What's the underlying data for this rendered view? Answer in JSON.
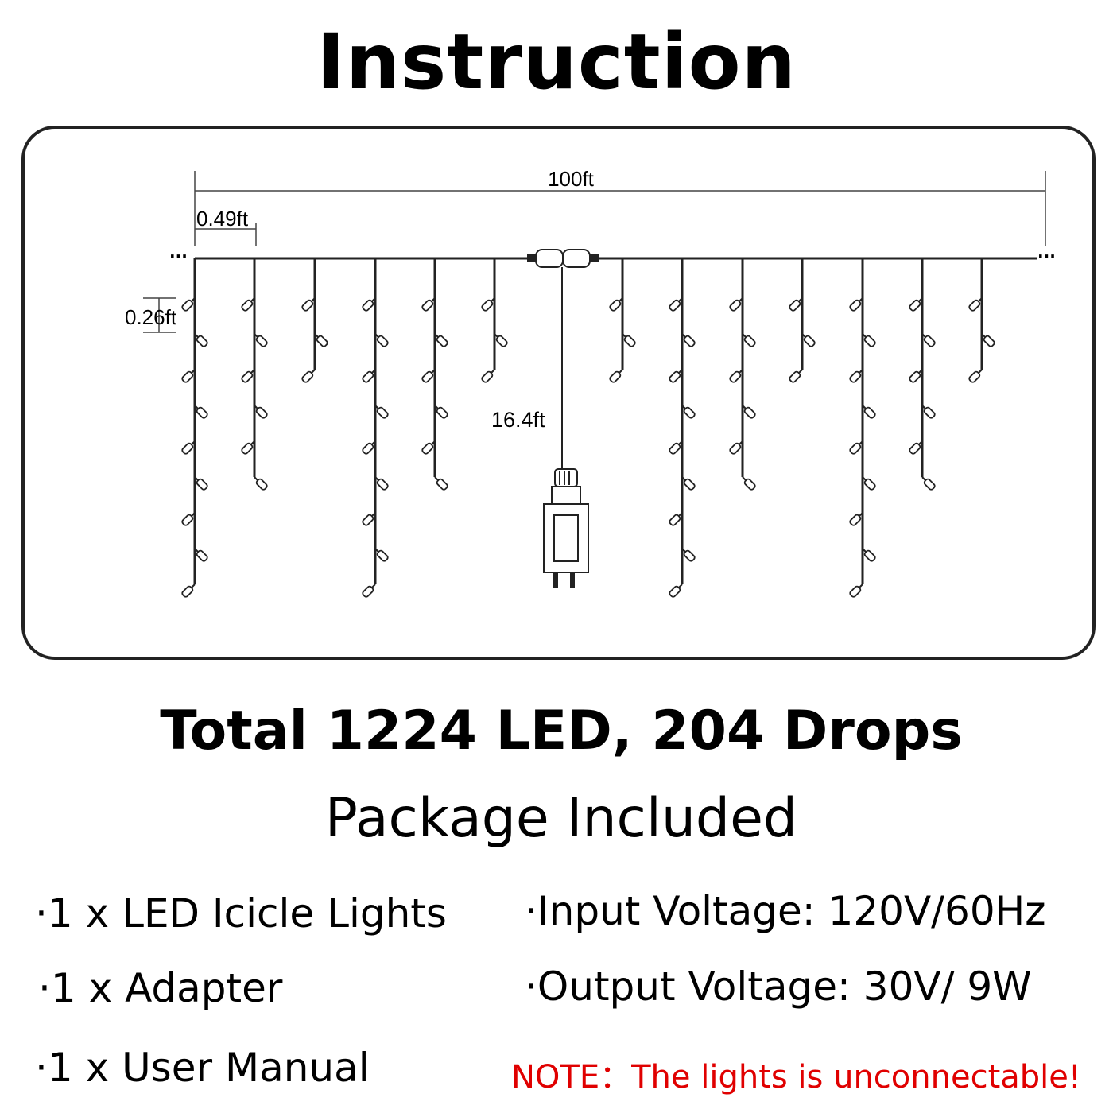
{
  "title": "Instruction",
  "diagram": {
    "total_length_label": "100ft",
    "drop_spacing_label": "0.49ft",
    "led_spacing_label": "0.26ft",
    "lead_wire_label": "16.4ft",
    "drops": [
      "long",
      "medium",
      "short",
      "long",
      "medium",
      "short",
      "short",
      "long",
      "medium",
      "short",
      "long",
      "medium",
      "short"
    ]
  },
  "total": "Total 1224 LED, 204 Drops",
  "package_title": "Package Included",
  "package_items": [
    "·1 x LED Icicle Lights",
    "·1 x Adapter",
    "·1 x User Manual"
  ],
  "specs": [
    "·Input Voltage: 120V/60Hz",
    "·Output Voltage: 30V/ 9W"
  ],
  "note": "NOTE：The lights is unconnectable!",
  "colors": {
    "note": "#e00000",
    "line": "#222222"
  }
}
